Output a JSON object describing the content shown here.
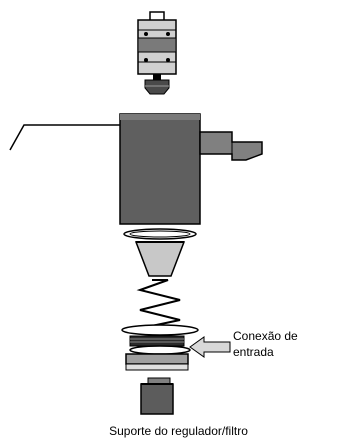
{
  "labels": {
    "inlet_connection_line1": "Conexão de",
    "inlet_connection_line2": "entrada",
    "caption": "Suporte do regulador/filtro"
  },
  "colors": {
    "body_dark": "#5a5a5a",
    "body_mid": "#7d7d7d",
    "body_light": "#c9c9c9",
    "outline": "#000000",
    "arrow_fill": "#d8d8d8"
  }
}
